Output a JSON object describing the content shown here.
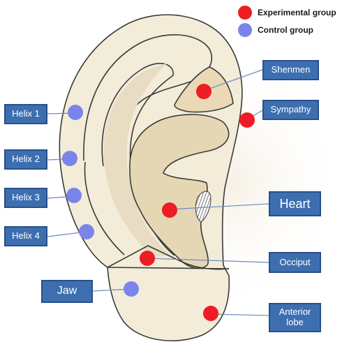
{
  "legend": {
    "experimental": {
      "label": "Experimental group",
      "color": "#ee1c24"
    },
    "control": {
      "label": "Control group",
      "color": "#7b84ea"
    }
  },
  "labels": {
    "helix1": "Helix 1",
    "helix2": "Helix 2",
    "helix3": "Helix 3",
    "helix4": "Helix 4",
    "jaw": "Jaw",
    "shenmen": "Shenmen",
    "sympathy": "Sympathy",
    "heart": "Heart",
    "occiput": "Occiput",
    "anterior_lobe": "Anterior lobe"
  },
  "colors": {
    "label_fill": "#3d6fb0",
    "label_border": "#27508a",
    "label_text": "#ffffff",
    "ear_skin": "#f3ecd9",
    "ear_shadow": "#e4d8bc",
    "ear_outline": "#3a3a3a"
  }
}
